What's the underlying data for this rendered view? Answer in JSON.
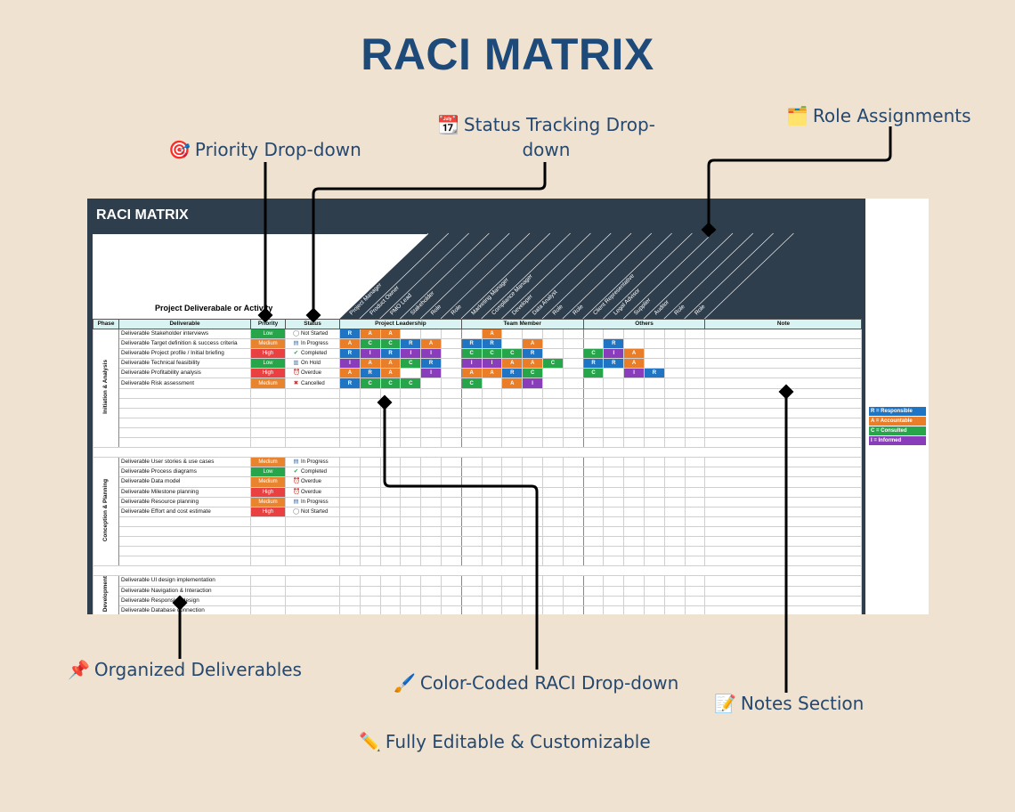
{
  "title": "RACI MATRIX",
  "callouts": {
    "priority": {
      "icon": "🎯",
      "text": "Priority Drop-down"
    },
    "status": {
      "icon": "📆",
      "line1": "Status Tracking Drop-",
      "line2": "down"
    },
    "roles": {
      "icon": "🗂️",
      "text": "Role Assignments"
    },
    "organized": {
      "icon": "📌",
      "text": "Organized Deliverables"
    },
    "raci": {
      "icon": "🖌️",
      "text": "Color-Coded RACI Drop-down"
    },
    "notes": {
      "icon": "📝",
      "text": "Notes Section"
    },
    "editable": {
      "icon": "✏️",
      "text": "Fully Editable & Customizable"
    }
  },
  "sheet": {
    "title": "RACI MATRIX",
    "deliverable_heading": "Project Deliverabale or Activity",
    "roles": [
      "Project Manager",
      "Product Owner",
      "PMO Lead",
      "Stakeholder",
      "Role",
      "Role",
      "Marketing Manager",
      "Compliance Manager",
      "Developer",
      "Data Analyst",
      "Role",
      "Role",
      "Client Representative",
      "Legal Advisor",
      "Supplier",
      "Auditor",
      "Role",
      "Role"
    ],
    "headers": {
      "phase": "Phase",
      "deliverable": "Deliverable",
      "priority": "Priority",
      "status": "Status",
      "group1": "Project Leadership",
      "group2": "Team Member",
      "group3": "Others",
      "note": "Note"
    },
    "phases": [
      {
        "name": "Initiation & Analysis",
        "rows": [
          {
            "deliverable": "Deliverable Stakeholder interviews",
            "priority": "Low",
            "status": "Not Started",
            "status_icon": "◯",
            "raci": [
              "R",
              "A",
              "A",
              "",
              "",
              "",
              "",
              "A",
              "",
              "",
              "",
              "",
              "",
              "",
              "",
              "",
              "",
              ""
            ]
          },
          {
            "deliverable": "Deliverable Target definition & success criteria",
            "priority": "Medium",
            "status": "In Progress",
            "status_icon": "▤",
            "raci": [
              "A",
              "C",
              "C",
              "R",
              "A",
              "",
              "R",
              "R",
              "",
              "A",
              "",
              "",
              "",
              "R",
              "",
              "",
              "",
              ""
            ]
          },
          {
            "deliverable": "Deliverable Project profile / Initial briefing",
            "priority": "High",
            "status": "Completed",
            "status_icon": "✔",
            "raci": [
              "R",
              "I",
              "R",
              "I",
              "I",
              "",
              "C",
              "C",
              "C",
              "R",
              "",
              "",
              "C",
              "I",
              "A",
              "",
              "",
              ""
            ]
          },
          {
            "deliverable": "Deliverable Technical feasibility",
            "priority": "Low",
            "status": "On Hold",
            "status_icon": "▥",
            "raci": [
              "I",
              "A",
              "A",
              "C",
              "R",
              "",
              "I",
              "I",
              "A",
              "A",
              "C",
              "",
              "R",
              "R",
              "A",
              "",
              "",
              ""
            ]
          },
          {
            "deliverable": "Deliverable Profitability analysis",
            "priority": "High",
            "status": "Overdue",
            "status_icon": "⏰",
            "raci": [
              "A",
              "R",
              "A",
              "",
              "I",
              "",
              "A",
              "A",
              "R",
              "C",
              "",
              "",
              "C",
              "",
              "I",
              "R",
              "",
              ""
            ]
          },
          {
            "deliverable": "Deliverable Risk assessment",
            "priority": "Medium",
            "status": "Cancelled",
            "status_icon": "✖",
            "raci": [
              "R",
              "C",
              "C",
              "C",
              "",
              "",
              "C",
              "",
              "A",
              "I",
              "",
              "",
              "",
              "",
              "",
              "",
              "",
              ""
            ]
          },
          {
            "deliverable": "",
            "priority": "",
            "status": "",
            "status_icon": "",
            "raci": []
          },
          {
            "deliverable": "",
            "priority": "",
            "status": "",
            "status_icon": "",
            "raci": []
          },
          {
            "deliverable": "",
            "priority": "",
            "status": "",
            "status_icon": "",
            "raci": []
          },
          {
            "deliverable": "",
            "priority": "",
            "status": "",
            "status_icon": "",
            "raci": []
          },
          {
            "deliverable": "",
            "priority": "",
            "status": "",
            "status_icon": "",
            "raci": []
          },
          {
            "deliverable": "",
            "priority": "",
            "status": "",
            "status_icon": "",
            "raci": []
          }
        ]
      },
      {
        "name": "Conception & Planning",
        "rows": [
          {
            "deliverable": "Deliverable User stories & use cases",
            "priority": "Medium",
            "status": "In Progress",
            "status_icon": "▤",
            "raci": []
          },
          {
            "deliverable": "Deliverable Process diagrams",
            "priority": "Low",
            "status": "Completed",
            "status_icon": "✔",
            "raci": []
          },
          {
            "deliverable": "Deliverable Data model",
            "priority": "Medium",
            "status": "Overdue",
            "status_icon": "⏰",
            "raci": []
          },
          {
            "deliverable": "Deliverable Milestone planning",
            "priority": "High",
            "status": "Overdue",
            "status_icon": "⏰",
            "raci": []
          },
          {
            "deliverable": "Deliverable Resource planning",
            "priority": "Medium",
            "status": "In Progress",
            "status_icon": "▤",
            "raci": []
          },
          {
            "deliverable": "Deliverable Effort and cost estimate",
            "priority": "High",
            "status": "Not Started",
            "status_icon": "◯",
            "raci": []
          },
          {
            "deliverable": "",
            "priority": "",
            "status": "",
            "status_icon": "",
            "raci": []
          },
          {
            "deliverable": "",
            "priority": "",
            "status": "",
            "status_icon": "",
            "raci": []
          },
          {
            "deliverable": "",
            "priority": "",
            "status": "",
            "status_icon": "",
            "raci": []
          },
          {
            "deliverable": "",
            "priority": "",
            "status": "",
            "status_icon": "",
            "raci": []
          },
          {
            "deliverable": "",
            "priority": "",
            "status": "",
            "status_icon": "",
            "raci": []
          }
        ]
      },
      {
        "name": "Development",
        "rows": [
          {
            "deliverable": "Deliverable UI design implementation",
            "priority": "",
            "status": "",
            "status_icon": "",
            "raci": []
          },
          {
            "deliverable": "Deliverable Navigation & Interaction",
            "priority": "",
            "status": "",
            "status_icon": "",
            "raci": []
          },
          {
            "deliverable": "Deliverable Responsive design",
            "priority": "",
            "status": "",
            "status_icon": "",
            "raci": []
          },
          {
            "deliverable": "Deliverable Database connection",
            "priority": "",
            "status": "",
            "status_icon": "",
            "raci": []
          }
        ]
      }
    ],
    "legend": [
      {
        "text": "R = Responsible",
        "color": "#1f74c3"
      },
      {
        "text": "A = Accountable",
        "color": "#ea7d27"
      },
      {
        "text": "C = Consulted",
        "color": "#27a54a"
      },
      {
        "text": "I = Informed",
        "color": "#8a3dba"
      }
    ]
  },
  "colors": {
    "title": "#1e4a7a",
    "callout_text": "#26486f",
    "frame": "#2f3e4d",
    "header_fill": "#d8f3f1",
    "background": "#efe2d0"
  }
}
